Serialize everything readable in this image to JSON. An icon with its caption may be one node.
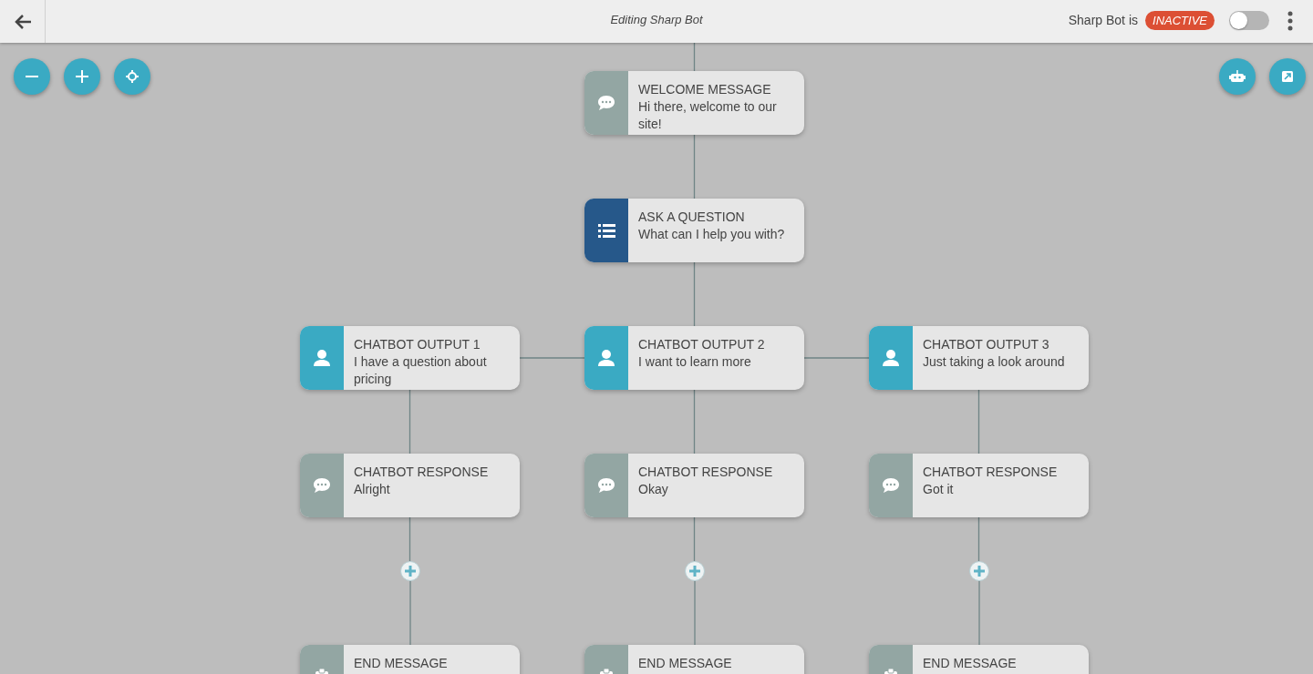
{
  "diagram": {
    "nodes": [
      {
        "text": [
          "WELCOME MESSAGE",
          "Hi there, welcome to our site!"
        ]
      },
      {
        "text": [
          "ASK A QUESTION",
          "What can I help you with?"
        ]
      },
      {
        "text": [
          "CHATBOT OUTPUT 1",
          "I have a question about pricing"
        ]
      },
      {
        "text": [
          "CHATBOT OUTPUT 2",
          "I want to learn more"
        ]
      },
      {
        "text": [
          "CHATBOT OUTPUT 3",
          "Just taking a look around"
        ]
      },
      {
        "text": [
          "CHATBOT RESPONSE",
          "Alright"
        ]
      },
      {
        "text": [
          "CHATBOT RESPONSE",
          "Okay"
        ]
      },
      {
        "text": [
          "CHATBOT RESPONSE",
          "Got it"
        ]
      },
      {
        "text": [],
        "shape": "circle"
      },
      {
        "text": [],
        "shape": "circle"
      },
      {
        "text": [],
        "shape": "circle"
      },
      {
        "text": [
          "END MESSAGE"
        ]
      },
      {
        "text": [
          "END MESSAGE"
        ]
      },
      {
        "text": [
          "END MESSAGE"
        ]
      }
    ],
    "edges": [
      {
        "from": null,
        "to": 0,
        "arrow": "none"
      },
      {
        "from": 0,
        "to": 1,
        "arrow": "none"
      },
      {
        "from": 1,
        "to": 3,
        "arrow": "none"
      },
      {
        "from": 3,
        "to": 2,
        "arrow": "none"
      },
      {
        "from": 3,
        "to": 4,
        "arrow": "none"
      },
      {
        "from": 2,
        "to": 5,
        "arrow": "none"
      },
      {
        "from": 3,
        "to": 6,
        "arrow": "none"
      },
      {
        "from": 4,
        "to": 7,
        "arrow": "none"
      },
      {
        "from": 5,
        "to": 8,
        "arrow": "none"
      },
      {
        "from": 6,
        "to": 9,
        "arrow": "none"
      },
      {
        "from": 7,
        "to": 10,
        "arrow": "none"
      },
      {
        "from": 8,
        "to": 11,
        "arrow": "none"
      },
      {
        "from": 9,
        "to": 12,
        "arrow": "none"
      },
      {
        "from": 10,
        "to": 13,
        "arrow": "none"
      }
    ],
    "labels": [
      "Editing Sharp Bot",
      "Sharp Bot is",
      "INACTIVE"
    ]
  }
}
